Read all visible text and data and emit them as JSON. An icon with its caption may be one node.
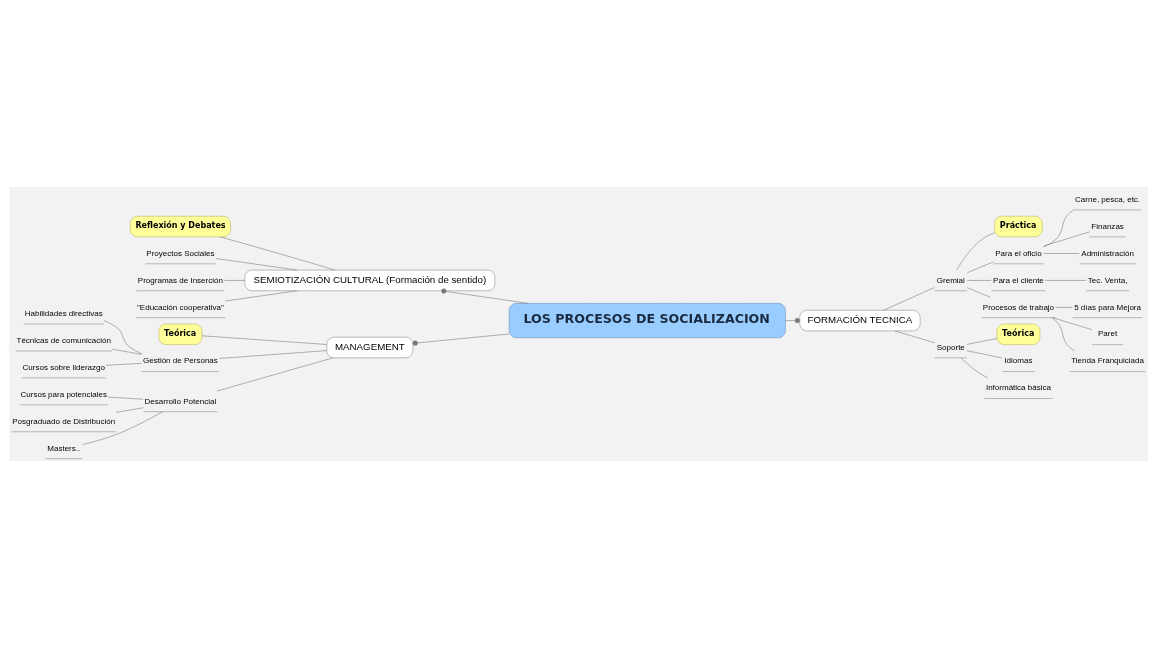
{
  "diagram": {
    "nodes": [
      {
        "text": [
          "LOS PROCESOS DE SOCIALIZACION"
        ]
      },
      {
        "text": [
          "SEMIOTIZACIÓN CULTURAL (Formación de sentido)"
        ]
      },
      {
        "text": [
          "Reflexión y Debates"
        ]
      },
      {
        "text": [
          "Proyectos Sociales"
        ]
      },
      {
        "text": [
          "Programas de Inserción"
        ]
      },
      {
        "text": [
          "\"Educación cooperativa\""
        ]
      },
      {
        "text": [
          "FORMACIÓN TECNICA"
        ]
      },
      {
        "text": [
          "Gremial"
        ]
      },
      {
        "text": [
          "Práctica"
        ]
      },
      {
        "text": [
          "Para el oficio"
        ]
      },
      {
        "text": [
          "Carne, pesca, etc."
        ]
      },
      {
        "text": [
          "Finanzas"
        ]
      },
      {
        "text": [
          "Administración"
        ]
      },
      {
        "text": [
          "Para el cliente"
        ]
      },
      {
        "text": [
          "Tec. Venta,"
        ]
      },
      {
        "text": [
          "Procesos de trabajo"
        ]
      },
      {
        "text": [
          "5 días para Mejora"
        ]
      },
      {
        "text": [
          "Paret"
        ]
      },
      {
        "text": [
          "Tienda Franquiciada"
        ]
      },
      {
        "text": [
          "Soporte"
        ]
      },
      {
        "text": [
          "Teórica"
        ]
      },
      {
        "text": [
          "Idiomas"
        ]
      },
      {
        "text": [
          "Informática básica"
        ]
      },
      {
        "text": [
          "MANAGEMENT"
        ]
      },
      {
        "text": [
          "Teórica"
        ]
      },
      {
        "text": [
          "Gestión de Personas"
        ]
      },
      {
        "text": [
          "Habilidades directivas"
        ]
      },
      {
        "text": [
          "Técnicas de comunicación"
        ]
      },
      {
        "text": [
          "Cursos sobre liderazgo"
        ]
      },
      {
        "text": [
          "Desarrollo Potencial"
        ]
      },
      {
        "text": [
          "Cursos para potenciales"
        ]
      },
      {
        "text": [
          "Posgraduado de Distribución"
        ]
      },
      {
        "text": [
          "Masters.."
        ]
      }
    ],
    "edges": [
      {
        "from": 0,
        "to": 1,
        "arrow": "other"
      },
      {
        "from": 2,
        "to": 1,
        "arrow": "none"
      },
      {
        "from": 1,
        "to": 3,
        "arrow": "none"
      },
      {
        "from": 1,
        "to": 4,
        "arrow": "none"
      },
      {
        "from": 1,
        "to": 5,
        "arrow": "none"
      },
      {
        "from": 0,
        "to": 6,
        "arrow": "other"
      },
      {
        "from": 6,
        "to": 7,
        "arrow": "none"
      },
      {
        "from": 8,
        "to": 7,
        "arrow": "none"
      },
      {
        "from": 7,
        "to": 9,
        "arrow": "none"
      },
      {
        "from": 9,
        "to": 10,
        "arrow": "none"
      },
      {
        "from": 9,
        "to": 11,
        "arrow": "none"
      },
      {
        "from": 9,
        "to": 12,
        "arrow": "none"
      },
      {
        "from": 7,
        "to": 13,
        "arrow": "none"
      },
      {
        "from": 13,
        "to": 14,
        "arrow": "none"
      },
      {
        "from": 7,
        "to": 15,
        "arrow": "none"
      },
      {
        "from": 15,
        "to": 16,
        "arrow": "none"
      },
      {
        "from": 15,
        "to": 17,
        "arrow": "none"
      },
      {
        "from": 15,
        "to": 18,
        "arrow": "none"
      },
      {
        "from": 6,
        "to": 19,
        "arrow": "none"
      },
      {
        "from": 20,
        "to": 19,
        "arrow": "none"
      },
      {
        "from": 19,
        "to": 21,
        "arrow": "none"
      },
      {
        "from": 19,
        "to": 22,
        "arrow": "none"
      },
      {
        "from": 0,
        "to": 23,
        "arrow": "other"
      },
      {
        "from": 24,
        "to": 23,
        "arrow": "none"
      },
      {
        "from": 23,
        "to": 25,
        "arrow": "none"
      },
      {
        "from": 25,
        "to": 26,
        "arrow": "none"
      },
      {
        "from": 25,
        "to": 27,
        "arrow": "none"
      },
      {
        "from": 25,
        "to": 28,
        "arrow": "none"
      },
      {
        "from": 23,
        "to": 29,
        "arrow": "none"
      },
      {
        "from": 29,
        "to": 30,
        "arrow": "none"
      },
      {
        "from": 29,
        "to": 31,
        "arrow": "none"
      },
      {
        "from": 29,
        "to": 32,
        "arrow": "none"
      }
    ]
  }
}
